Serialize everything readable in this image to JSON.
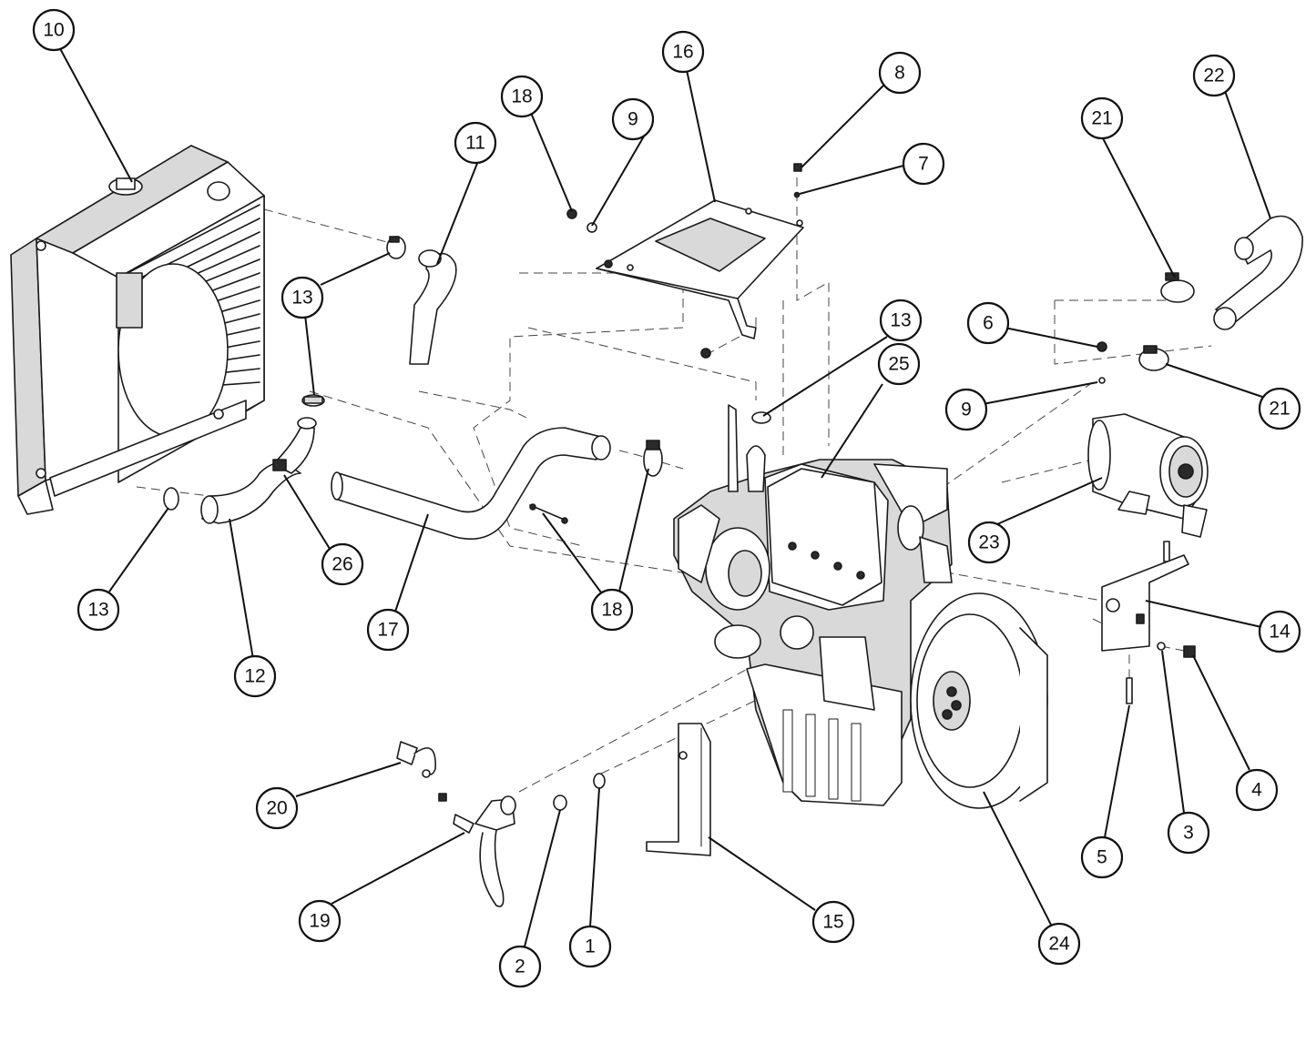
{
  "callouts": [
    {
      "id": "c1",
      "number": "1"
    },
    {
      "id": "c2",
      "number": "2"
    },
    {
      "id": "c3",
      "number": "3"
    },
    {
      "id": "c4",
      "number": "4"
    },
    {
      "id": "c5",
      "number": "5"
    },
    {
      "id": "c6",
      "number": "6"
    },
    {
      "id": "c7",
      "number": "7"
    },
    {
      "id": "c8",
      "number": "8"
    },
    {
      "id": "c9a",
      "number": "9"
    },
    {
      "id": "c9b",
      "number": "9"
    },
    {
      "id": "c10",
      "number": "10"
    },
    {
      "id": "c11",
      "number": "11"
    },
    {
      "id": "c12",
      "number": "12"
    },
    {
      "id": "c13a",
      "number": "13"
    },
    {
      "id": "c13b",
      "number": "13"
    },
    {
      "id": "c13c",
      "number": "13"
    },
    {
      "id": "c14",
      "number": "14"
    },
    {
      "id": "c15",
      "number": "15"
    },
    {
      "id": "c16",
      "number": "16"
    },
    {
      "id": "c17",
      "number": "17"
    },
    {
      "id": "c18a",
      "number": "18"
    },
    {
      "id": "c18b",
      "number": "18"
    },
    {
      "id": "c19",
      "number": "19"
    },
    {
      "id": "c20",
      "number": "20"
    },
    {
      "id": "c21a",
      "number": "21"
    },
    {
      "id": "c21b",
      "number": "21"
    },
    {
      "id": "c22",
      "number": "22"
    },
    {
      "id": "c23",
      "number": "23"
    },
    {
      "id": "c24",
      "number": "24"
    },
    {
      "id": "c25",
      "number": "25"
    },
    {
      "id": "c26",
      "number": "26"
    }
  ]
}
